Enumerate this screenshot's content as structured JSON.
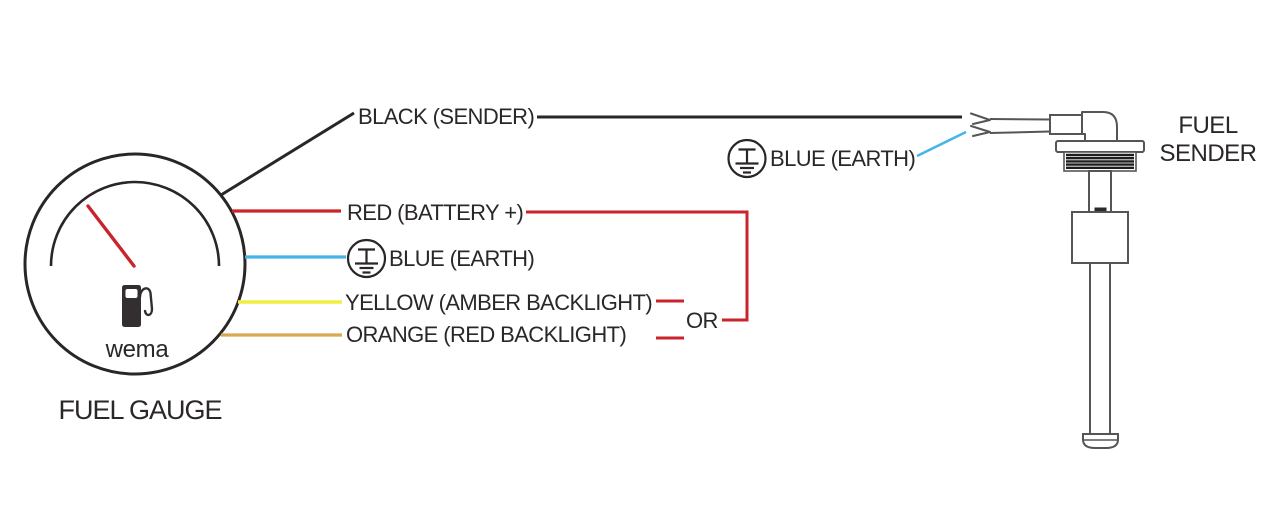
{
  "gauge": {
    "brand": "wema",
    "caption": "FUEL GAUGE",
    "needle_color": "#c9242b",
    "outline_color": "#2a2627"
  },
  "gauge_wires": [
    {
      "id": "black",
      "label": "BLACK (SENDER)",
      "color": "#2a2627"
    },
    {
      "id": "red",
      "label": "RED (BATTERY +)",
      "color": "#c9242b"
    },
    {
      "id": "blue",
      "label": "BLUE (EARTH)",
      "color": "#45b5e8"
    },
    {
      "id": "yellow",
      "label": "YELLOW (AMBER BACKLIGHT)",
      "color": "#f2ed45"
    },
    {
      "id": "orange",
      "label": "ORANGE (RED BACKLIGHT)",
      "color": "#d8a952"
    }
  ],
  "or_connector": {
    "label": "OR",
    "color": "#c9242b"
  },
  "sender": {
    "caption": "FUEL SENDER",
    "earth_label": "BLUE (EARTH)",
    "earth_wire_color": "#45b5e8",
    "sender_wire_color": "#2a2627",
    "outline_color": "#555555"
  }
}
